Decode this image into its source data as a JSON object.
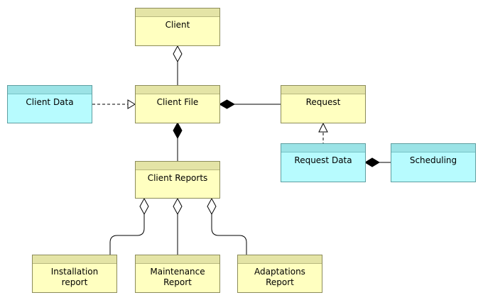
{
  "nodes": {
    "client": "Client",
    "client_data": "Client Data",
    "client_file": "Client File",
    "request": "Request",
    "request_data": "Request Data",
    "scheduling": "Scheduling",
    "client_reports": "Client Reports",
    "installation_report": "Installation\nreport",
    "maintenance_report": "Maintenance\nReport",
    "adaptations_report": "Adaptations\nReport"
  },
  "colors": {
    "business_object_fill": "#ffffc0",
    "business_object_band": "#e4e4a6",
    "data_object_fill": "#b7fbfe",
    "data_object_band": "#9be3e6",
    "line": "#000000"
  }
}
